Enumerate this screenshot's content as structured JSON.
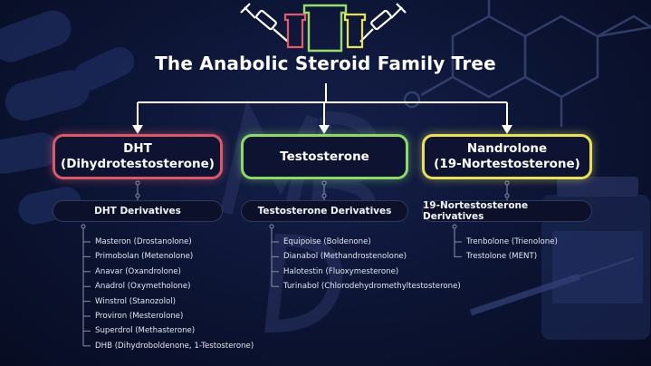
{
  "title": "The Anabolic Steroid Family Tree",
  "colors": {
    "dht": "#d9586a",
    "testosterone": "#8fd86a",
    "nandrolone": "#e8e25a",
    "background": "#0c1433"
  },
  "families": [
    {
      "name_line1": "DHT",
      "name_line2": "(Dihydrotestosterone)",
      "derivatives_label": "DHT Derivatives",
      "items": [
        "Masteron (Drostanolone)",
        "Primobolan (Metenolone)",
        "Anavar (Oxandrolone)",
        "Anadrol (Oxymetholone)",
        "Winstrol (Stanozolol)",
        "Proviron (Mesterolone)",
        "Superdrol (Methasterone)",
        "DHB (Dihydroboldenone, 1-Testosterone)"
      ]
    },
    {
      "name_line1": "Testosterone",
      "name_line2": "",
      "derivatives_label": "Testosterone Derivatives",
      "items": [
        "Equipoise (Boldenone)",
        "Dianabol (Methandrostenolone)",
        "Halotestin (Fluoxymesterone)",
        "Turinabol (Chlorodehydromethyltestosterone)"
      ]
    },
    {
      "name_line1": "Nandrolone",
      "name_line2": "(19-Nortestosterone)",
      "derivatives_label": "19-Nortestosterone Derivatives",
      "items": [
        "Trenbolone (Trienolone)",
        "Trestolone (MENT)"
      ]
    }
  ],
  "icons": [
    "syringe-icon",
    "vial-icon",
    "molecule-icon",
    "logo-watermark"
  ]
}
